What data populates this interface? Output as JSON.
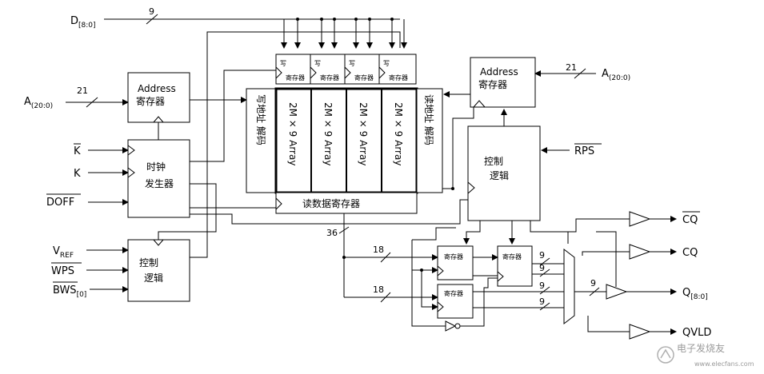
{
  "signals": {
    "d_name": "D",
    "d_sub": "[8:0]",
    "a_name": "A",
    "a_sub": "(20:0)",
    "kbar": "K",
    "k": "K",
    "doff": "DOFF",
    "vref_name": "V",
    "vref_sub": "REF",
    "wps": "WPS",
    "bws_name": "BWS",
    "bws_sub": "[0]",
    "rps": "RPS",
    "cqbar": "CQ",
    "cq": "CQ",
    "q_name": "Q",
    "q_sub": "[8:0]",
    "qvld": "QVLD"
  },
  "widths": {
    "d": "9",
    "a": "21",
    "bus36": "36",
    "bus18": "18",
    "nine": "9"
  },
  "blocks": {
    "address": "Address",
    "register": "寄存器",
    "clock1": "时钟",
    "clock2": "发生器",
    "ctrl1": "控制",
    "ctrl2": "逻辑",
    "write": "写",
    "write_decoder": "写地址 解码",
    "read_decoder": "读地址 解码",
    "array": "2M × 9 Array",
    "read_data_reg": "读数据寄存器"
  },
  "watermark": {
    "title": "电子发烧友",
    "url": "www.elecfans.com"
  }
}
